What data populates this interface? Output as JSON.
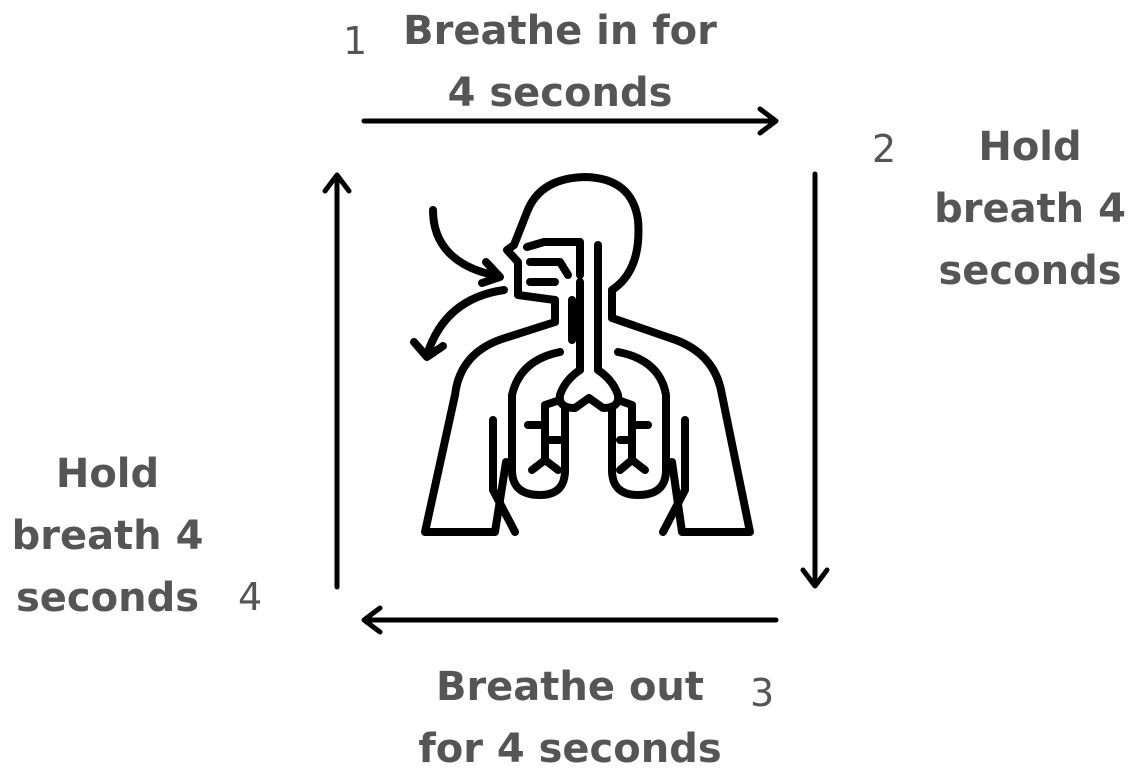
{
  "steps": [
    {
      "number": "1",
      "label_lines": [
        "Breathe in for",
        "4 seconds"
      ]
    },
    {
      "number": "2",
      "label_lines": [
        "Hold",
        "breath 4",
        "seconds"
      ]
    },
    {
      "number": "3",
      "label_lines": [
        "Breathe out",
        "for 4 seconds"
      ]
    },
    {
      "number": "4",
      "label_lines": [
        "Hold",
        "breath 4",
        "seconds"
      ]
    }
  ],
  "colors": {
    "text": "#555555",
    "lines": "#000000",
    "background": "#ffffff"
  },
  "icons": {
    "center": "respiratory-system-icon"
  }
}
